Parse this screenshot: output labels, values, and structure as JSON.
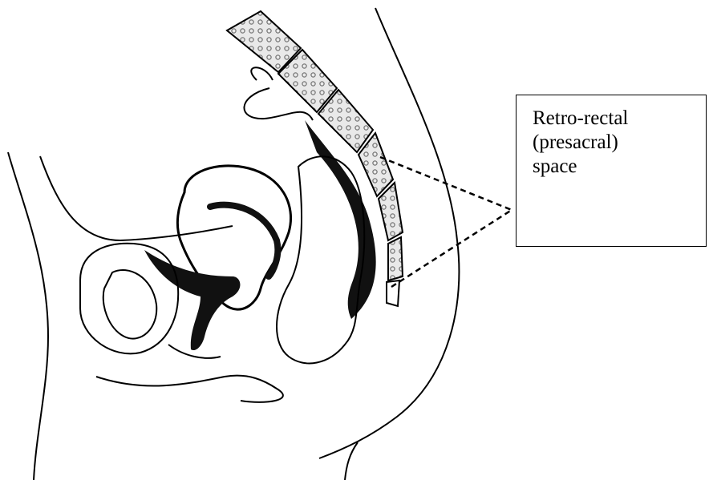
{
  "callout": {
    "lines": [
      "Retro-rectal",
      "(presacral)",
      "space"
    ]
  },
  "colors": {
    "stroke": "#000000",
    "fill_dark": "#111111",
    "background": "#ffffff",
    "vertebra_fill": "#e9e9e9",
    "vertebra_pattern": "#777777"
  }
}
